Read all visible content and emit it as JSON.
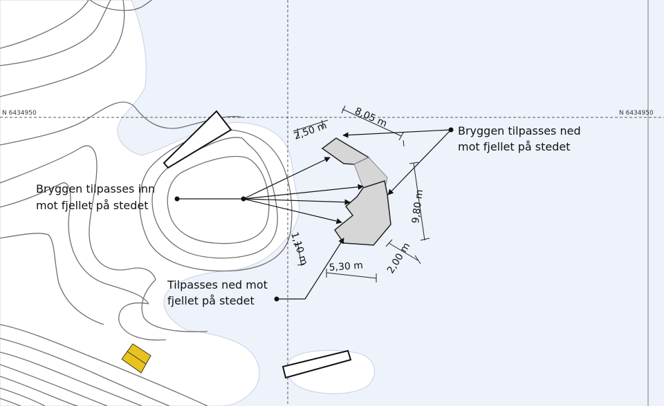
{
  "grid": {
    "north_label_left": "N 6434950",
    "north_label_right": "N 6434950"
  },
  "callouts": {
    "top_right": {
      "line1": "Bryggen tilpasses ned",
      "line2": "mot fjellet på stedet"
    },
    "left": {
      "line1": "Bryggen tilpasses inn",
      "line2": "mot fjellet på stedet"
    },
    "bottom": {
      "line1": "Tilpasses ned mot",
      "line2": "fjellet på stedet"
    }
  },
  "dimensions": {
    "d_250": "2,50 m",
    "d_805": "8,05 m",
    "d_980": "9,80 m",
    "d_200": "2,00 m",
    "d_530": "5,30 m",
    "d_110": "1,10 m"
  },
  "colors": {
    "water": "#edf2fb",
    "land": "#ffffff",
    "contour": "#6f6f6f",
    "pier": "#d6d6d6",
    "building": "#e8c21f"
  }
}
